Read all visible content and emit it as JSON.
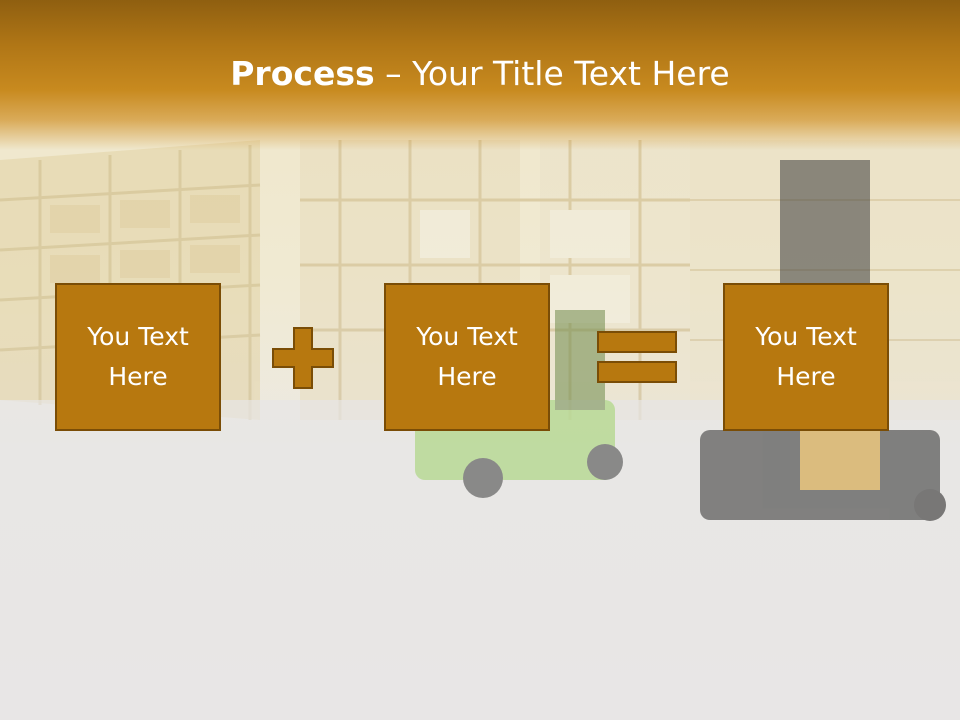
{
  "slide": {
    "title_bold": "Process",
    "title_rest": " – Your Title Text Here",
    "boxes": [
      {
        "label": "You Text Here"
      },
      {
        "label": "You Text Here"
      },
      {
        "label": "You Text Here"
      }
    ],
    "operators": [
      "plus",
      "equals"
    ]
  },
  "colors": {
    "banner": "#b07616",
    "box_fill": "#b7780f",
    "box_border": "#7a4d06",
    "text": "#ffffff"
  }
}
